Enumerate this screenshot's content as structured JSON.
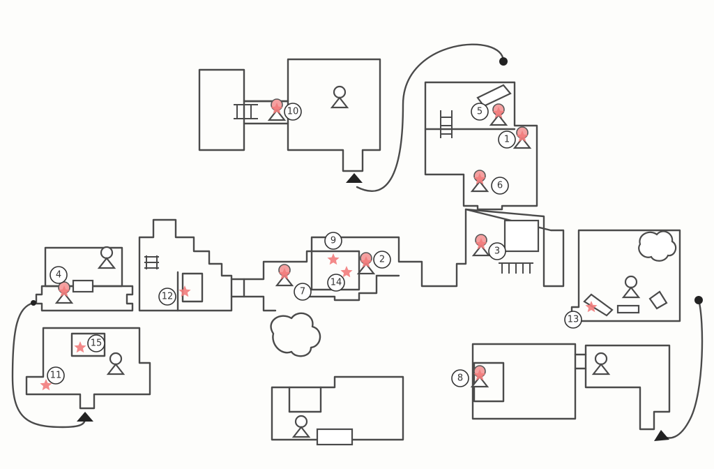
{
  "title": "Hand-drawn floor map",
  "markers": [
    {
      "label": "1"
    },
    {
      "label": "2"
    },
    {
      "label": "3"
    },
    {
      "label": "4"
    },
    {
      "label": "5"
    },
    {
      "label": "6"
    },
    {
      "label": "7"
    },
    {
      "label": "8"
    },
    {
      "label": "9"
    },
    {
      "label": "10"
    },
    {
      "label": "11"
    },
    {
      "label": "12"
    },
    {
      "label": "13"
    },
    {
      "label": "14"
    },
    {
      "label": "15"
    }
  ],
  "colors": {
    "wall": "#4a4a4a",
    "marker": "#f27c7c",
    "background": "#fdfdfb"
  }
}
